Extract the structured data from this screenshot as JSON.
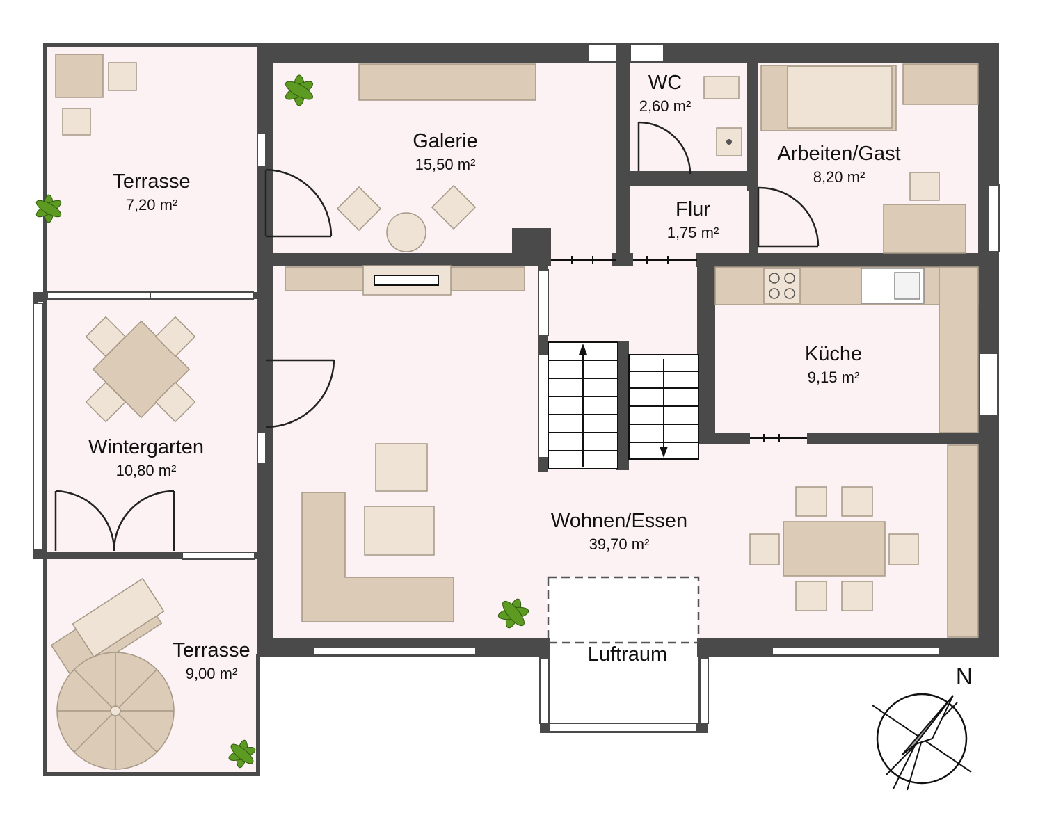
{
  "rooms": {
    "terrasse_north": {
      "name": "Terrasse",
      "area": "7,20 m²"
    },
    "galerie": {
      "name": "Galerie",
      "area": "15,50 m²"
    },
    "wc": {
      "name": "WC",
      "area": "2,60 m²"
    },
    "arbeiten": {
      "name": "Arbeiten/Gast",
      "area": "8,20 m²"
    },
    "flur": {
      "name": "Flur",
      "area": "1,75 m²"
    },
    "kueche": {
      "name": "Küche",
      "area": "9,15 m²"
    },
    "wintergarten": {
      "name": "Wintergarten",
      "area": "10,80 m²"
    },
    "wohnen": {
      "name": "Wohnen/Essen",
      "area": "39,70 m²"
    },
    "terrasse_south": {
      "name": "Terrasse",
      "area": "9,00 m²"
    },
    "luftraum": {
      "name": "Luftraum"
    }
  },
  "compass": {
    "label": "N"
  },
  "colors": {
    "wall": "#4a4a4a",
    "floor": "#fdf2f3",
    "furniture": "#dccbb7",
    "plant": "#5c9a22"
  }
}
